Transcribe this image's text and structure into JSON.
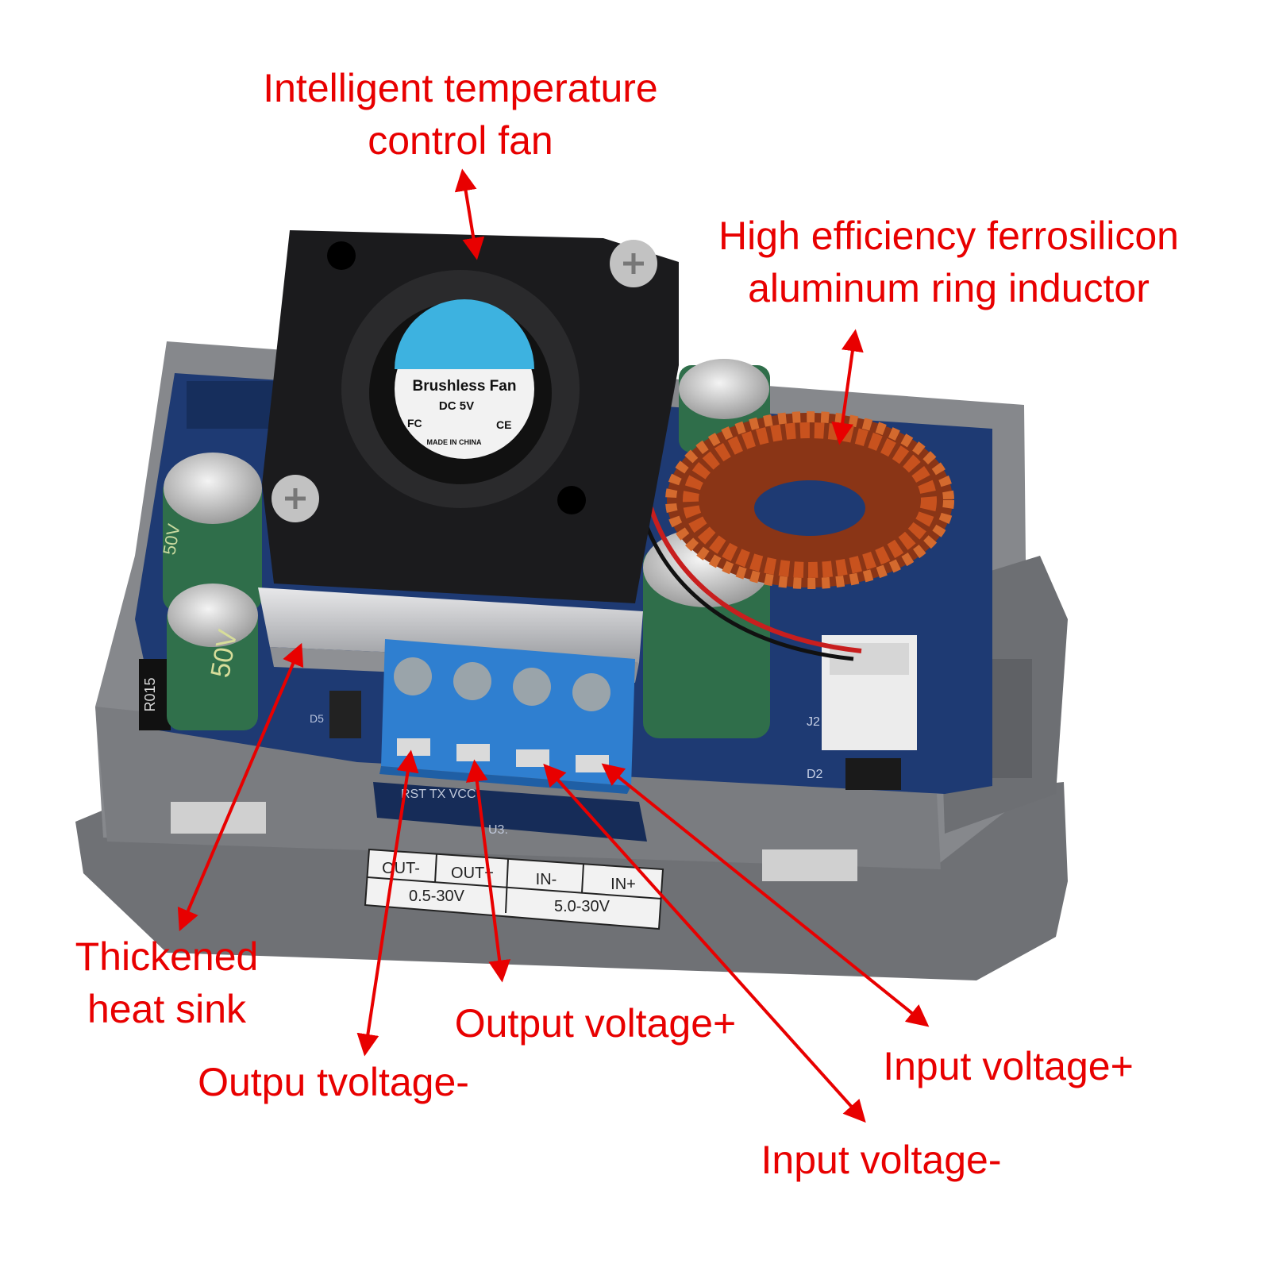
{
  "callouts": {
    "fan": [
      "Intelligent temperature",
      "control fan"
    ],
    "inductor": [
      "High efficiency ferrosilicon",
      "aluminum ring inductor"
    ],
    "heatsink": [
      "Thickened",
      "heat sink"
    ],
    "output_plus": [
      "Output voltage+"
    ],
    "output_minus": [
      "Outpu tvoltage-"
    ],
    "input_plus": [
      "Input voltage+"
    ],
    "input_minus": [
      "Input voltage-"
    ]
  },
  "device": {
    "fan_label_title": "Brushless Fan",
    "fan_label_voltage": "DC 5V",
    "fan_label_fc": "FC",
    "fan_label_ce": "CE",
    "fan_label_origin": "MADE IN CHINA",
    "pcb_pins": "RST TX VCC",
    "pcb_ref_u3": "U3.",
    "pcb_ref_d5": "D5",
    "pcb_ref_j2": "J2",
    "pcb_ref_d2": "D2",
    "resistor_code": "R015",
    "cap_rating": "50V",
    "terminal_labels": [
      "OUT-",
      "OUT+",
      "IN-",
      "IN+"
    ],
    "output_range": "0.5-30V",
    "input_range": "5.0-30V"
  },
  "colors": {
    "annotation": "#e80000",
    "housing": "#7a7c80",
    "pcb": "#1e3a73",
    "fan": "#1b1b1d",
    "fan_sticker": "#3db2e0",
    "terminal": "#2f7fd0",
    "copper": "#c8521e",
    "capacitor": "#2f6e4a"
  }
}
